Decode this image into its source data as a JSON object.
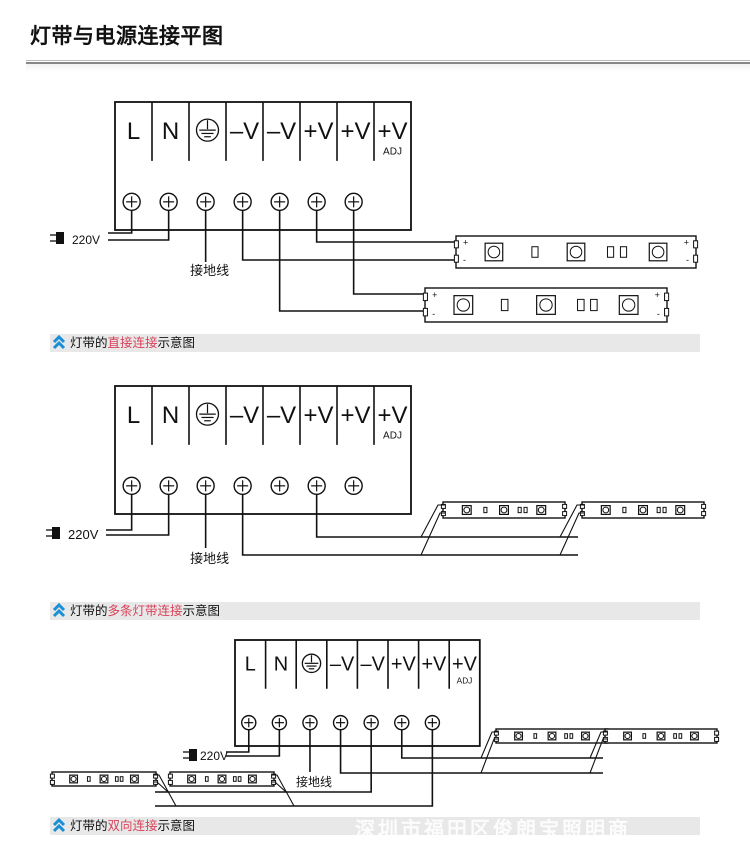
{
  "page": {
    "title": "灯带与电源连接平图",
    "watermark": "深圳市福田区俊朗宝照明商"
  },
  "terminal_labels": [
    {
      "label": "L",
      "sub": ""
    },
    {
      "label": "N",
      "sub": ""
    },
    {
      "label": "ground-symbol",
      "sub": ""
    },
    {
      "label": "-V",
      "sub": ""
    },
    {
      "label": "-V",
      "sub": ""
    },
    {
      "label": "+V",
      "sub": ""
    },
    {
      "label": "+V",
      "sub": ""
    },
    {
      "label": "+V",
      "sub": "ADJ"
    }
  ],
  "labels": {
    "mains": "220V",
    "ground_wire": "接地线",
    "strip_plus": "+",
    "strip_minus": "-"
  },
  "sections": [
    {
      "caption_prefix": "灯带的",
      "caption_highlight": "直接连接",
      "caption_suffix": "示意图"
    },
    {
      "caption_prefix": "灯带的",
      "caption_highlight": "多条灯带连接",
      "caption_suffix": "示意图"
    },
    {
      "caption_prefix": "灯带的",
      "caption_highlight": "双向连接",
      "caption_suffix": "示意图"
    }
  ],
  "colors": {
    "highlight": "#d9425a",
    "icon": "#1a8fd6",
    "caption_bg": "#e8e8e8",
    "line": "#111111"
  }
}
